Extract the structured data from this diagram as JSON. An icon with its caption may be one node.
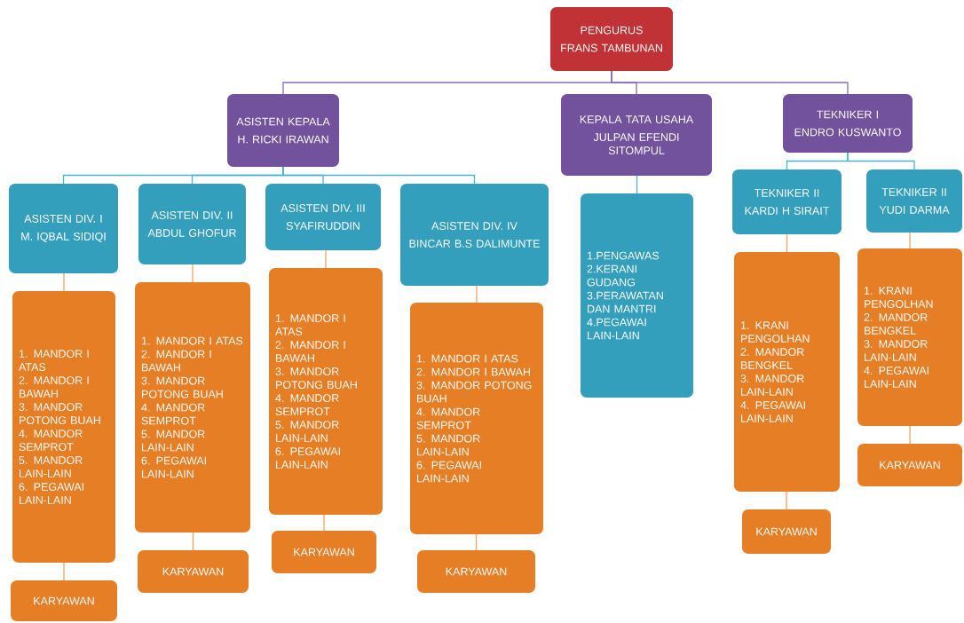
{
  "diagram": {
    "nodes": [
      {
        "text": [
          "PENGURUS",
          "FRANS TAMBUNAN"
        ]
      },
      {
        "text": [
          "ASISTEN KEPALA",
          "H. RICKI IRAWAN"
        ]
      },
      {
        "text": [
          "KEPALA TATA USAHA",
          "JULPAN EFENDI SITOMPUL"
        ]
      },
      {
        "text": [
          "TEKNIKER I",
          "ENDRO KUSWANTO"
        ]
      },
      {
        "text": [
          "ASISTEN DIV. I",
          "M. IQBAL SIDIQI"
        ]
      },
      {
        "text": [
          "ASISTEN DIV. II",
          "ABDUL GHOFUR"
        ]
      },
      {
        "text": [
          "ASISTEN DIV. III",
          "SYAFIRUDDIN"
        ]
      },
      {
        "text": [
          "ASISTEN DIV. IV",
          "BINCAR B.S DALIMUNTE"
        ]
      },
      {
        "text": [
          "1.PENGAWAS",
          "2.KERANI GUDANG",
          "3.PERAWATAN DAN MANTRI",
          "4.PEGAWAI LAIN-LAIN"
        ]
      },
      {
        "text": [
          "TEKNIKER II",
          "KARDI H SIRAIT"
        ]
      },
      {
        "text": [
          "TEKNIKER II",
          "YUDI DARMA"
        ]
      },
      {
        "text": [
          "1. MANDOR I ATAS",
          "2. MANDOR I BAWAH",
          "3. MANDOR POTONG BUAH",
          "4. MANDOR SEMPROT",
          "5. MANDOR LAIN-LAIN",
          "6. PEGAWAI LAIN-LAIN"
        ]
      },
      {
        "text": [
          "KARYAWAN"
        ]
      },
      {
        "text": [
          "1. MANDOR I ATAS",
          "2. MANDOR I BAWAH",
          "3. MANDOR POTONG BUAH",
          "4. MANDOR SEMPROT",
          "5. MANDOR LAIN-LAIN",
          "6. PEGAWAI LAIN-LAIN"
        ]
      },
      {
        "text": [
          "KARYAWAN"
        ]
      },
      {
        "text": [
          "1. MANDOR I ATAS",
          "2. MANDOR I BAWAH",
          "3. MANDOR POTONG BUAH",
          "4. MANDOR SEMPROT",
          "5. MANDOR LAIN-LAIN",
          "6. PEGAWAI LAIN-LAIN"
        ]
      },
      {
        "text": [
          "KARYAWAN"
        ]
      },
      {
        "text": [
          "1. MANDOR I ATAS",
          "2. MANDOR I BAWAH",
          "3. MANDOR POTONG BUAH",
          "4. MANDOR SEMPROT",
          "5. MANDOR LAIN-LAIN",
          "6. PEGAWAI LAIN-LAIN"
        ]
      },
      {
        "text": [
          "KARYAWAN"
        ]
      },
      {
        "text": [
          "1. KRANI PENGOLHAN",
          "2. MANDOR BENGKEL",
          "3. MANDOR LAIN-LAIN",
          "4. PEGAWAI LAIN-LAIN"
        ]
      },
      {
        "text": [
          "KARYAWAN"
        ]
      },
      {
        "text": [
          "1. KRANI PENGOLHAN",
          "2. MANDOR BENGKEL",
          "3. MANDOR LAIN-LAIN",
          "4. PEGAWAI LAIN-LAIN"
        ]
      },
      {
        "text": [
          "KARYAWAN"
        ]
      }
    ],
    "edges": [
      {
        "from": 0,
        "to": 1,
        "arrow": "none",
        "color": "#8e6bb8"
      },
      {
        "from": 0,
        "to": 2,
        "arrow": "none",
        "color": "#8e6bb8"
      },
      {
        "from": 0,
        "to": 3,
        "arrow": "none",
        "color": "#8e6bb8"
      },
      {
        "from": 1,
        "to": 4,
        "arrow": "none",
        "color": "#4bb3cf"
      },
      {
        "from": 1,
        "to": 5,
        "arrow": "none",
        "color": "#4bb3cf"
      },
      {
        "from": 1,
        "to": 6,
        "arrow": "none",
        "color": "#4bb3cf"
      },
      {
        "from": 1,
        "to": 7,
        "arrow": "none",
        "color": "#4bb3cf"
      },
      {
        "from": 2,
        "to": 8,
        "arrow": "none",
        "color": "#4bb3cf"
      },
      {
        "from": 3,
        "to": 9,
        "arrow": "none",
        "color": "#4bb3cf"
      },
      {
        "from": 3,
        "to": 10,
        "arrow": "none",
        "color": "#4bb3cf"
      },
      {
        "from": 4,
        "to": 11,
        "arrow": "none"
      },
      {
        "from": 11,
        "to": 12,
        "arrow": "none"
      },
      {
        "from": 5,
        "to": 13,
        "arrow": "none"
      },
      {
        "from": 13,
        "to": 14,
        "arrow": "none"
      },
      {
        "from": 6,
        "to": 15,
        "arrow": "none"
      },
      {
        "from": 15,
        "to": 16,
        "arrow": "none"
      },
      {
        "from": 7,
        "to": 17,
        "arrow": "none"
      },
      {
        "from": 17,
        "to": 18,
        "arrow": "none"
      },
      {
        "from": 9,
        "to": 19,
        "arrow": "none"
      },
      {
        "from": 19,
        "to": 20,
        "arrow": "none"
      },
      {
        "from": 10,
        "to": 21,
        "arrow": "none"
      },
      {
        "from": 21,
        "to": 22,
        "arrow": "none"
      }
    ]
  }
}
